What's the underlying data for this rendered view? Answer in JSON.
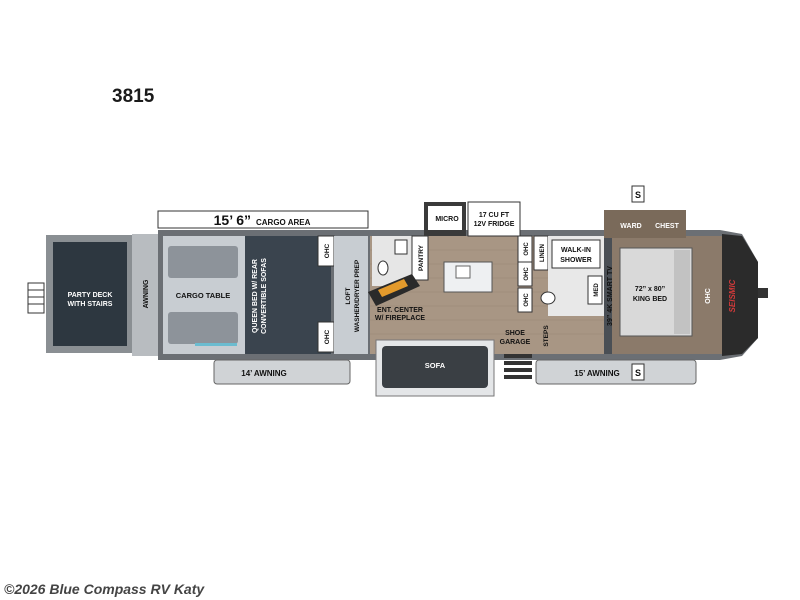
{
  "model_number": "3815",
  "watermark": "©2026 Blue Compass RV Katy",
  "cargo": {
    "dimension": "15’ 6”",
    "label": "CARGO AREA"
  },
  "labels": {
    "party_deck_1": "PARTY DECK",
    "party_deck_2": "WITH STAIRS",
    "awning_rear": "AWNING",
    "cargo_table": "CARGO TABLE",
    "queen_bed_1": "QUEEN BED W/ REAR",
    "queen_bed_2": "CONVERTIBLE SOFAS",
    "ohc": "OHC",
    "loft": "LOFT",
    "washer_dryer": "WASHER/DRYER PREP",
    "pantry": "PANTRY",
    "ent_center_1": "ENT. CENTER",
    "ent_center_2": "W/ FIREPLACE",
    "micro": "MICRO",
    "fridge_1": "17 CU FT",
    "fridge_2": "12V FRIDGE",
    "linen": "LINEN",
    "shower_1": "WALK-IN",
    "shower_2": "SHOWER",
    "med": "MED",
    "tv": "39” 4K SMART TV",
    "ward": "WARD",
    "chest": "CHEST",
    "king_bed_1": "72” x 80”",
    "king_bed_2": "KING BED",
    "brand": "SEISMIC",
    "shoe_1": "SHOE",
    "shoe_2": "GARAGE",
    "steps": "STEPS",
    "sofa": "SOFA",
    "awning_14": "14’ AWNING",
    "awning_15": "15’ AWNING",
    "s_marker": "S"
  }
}
